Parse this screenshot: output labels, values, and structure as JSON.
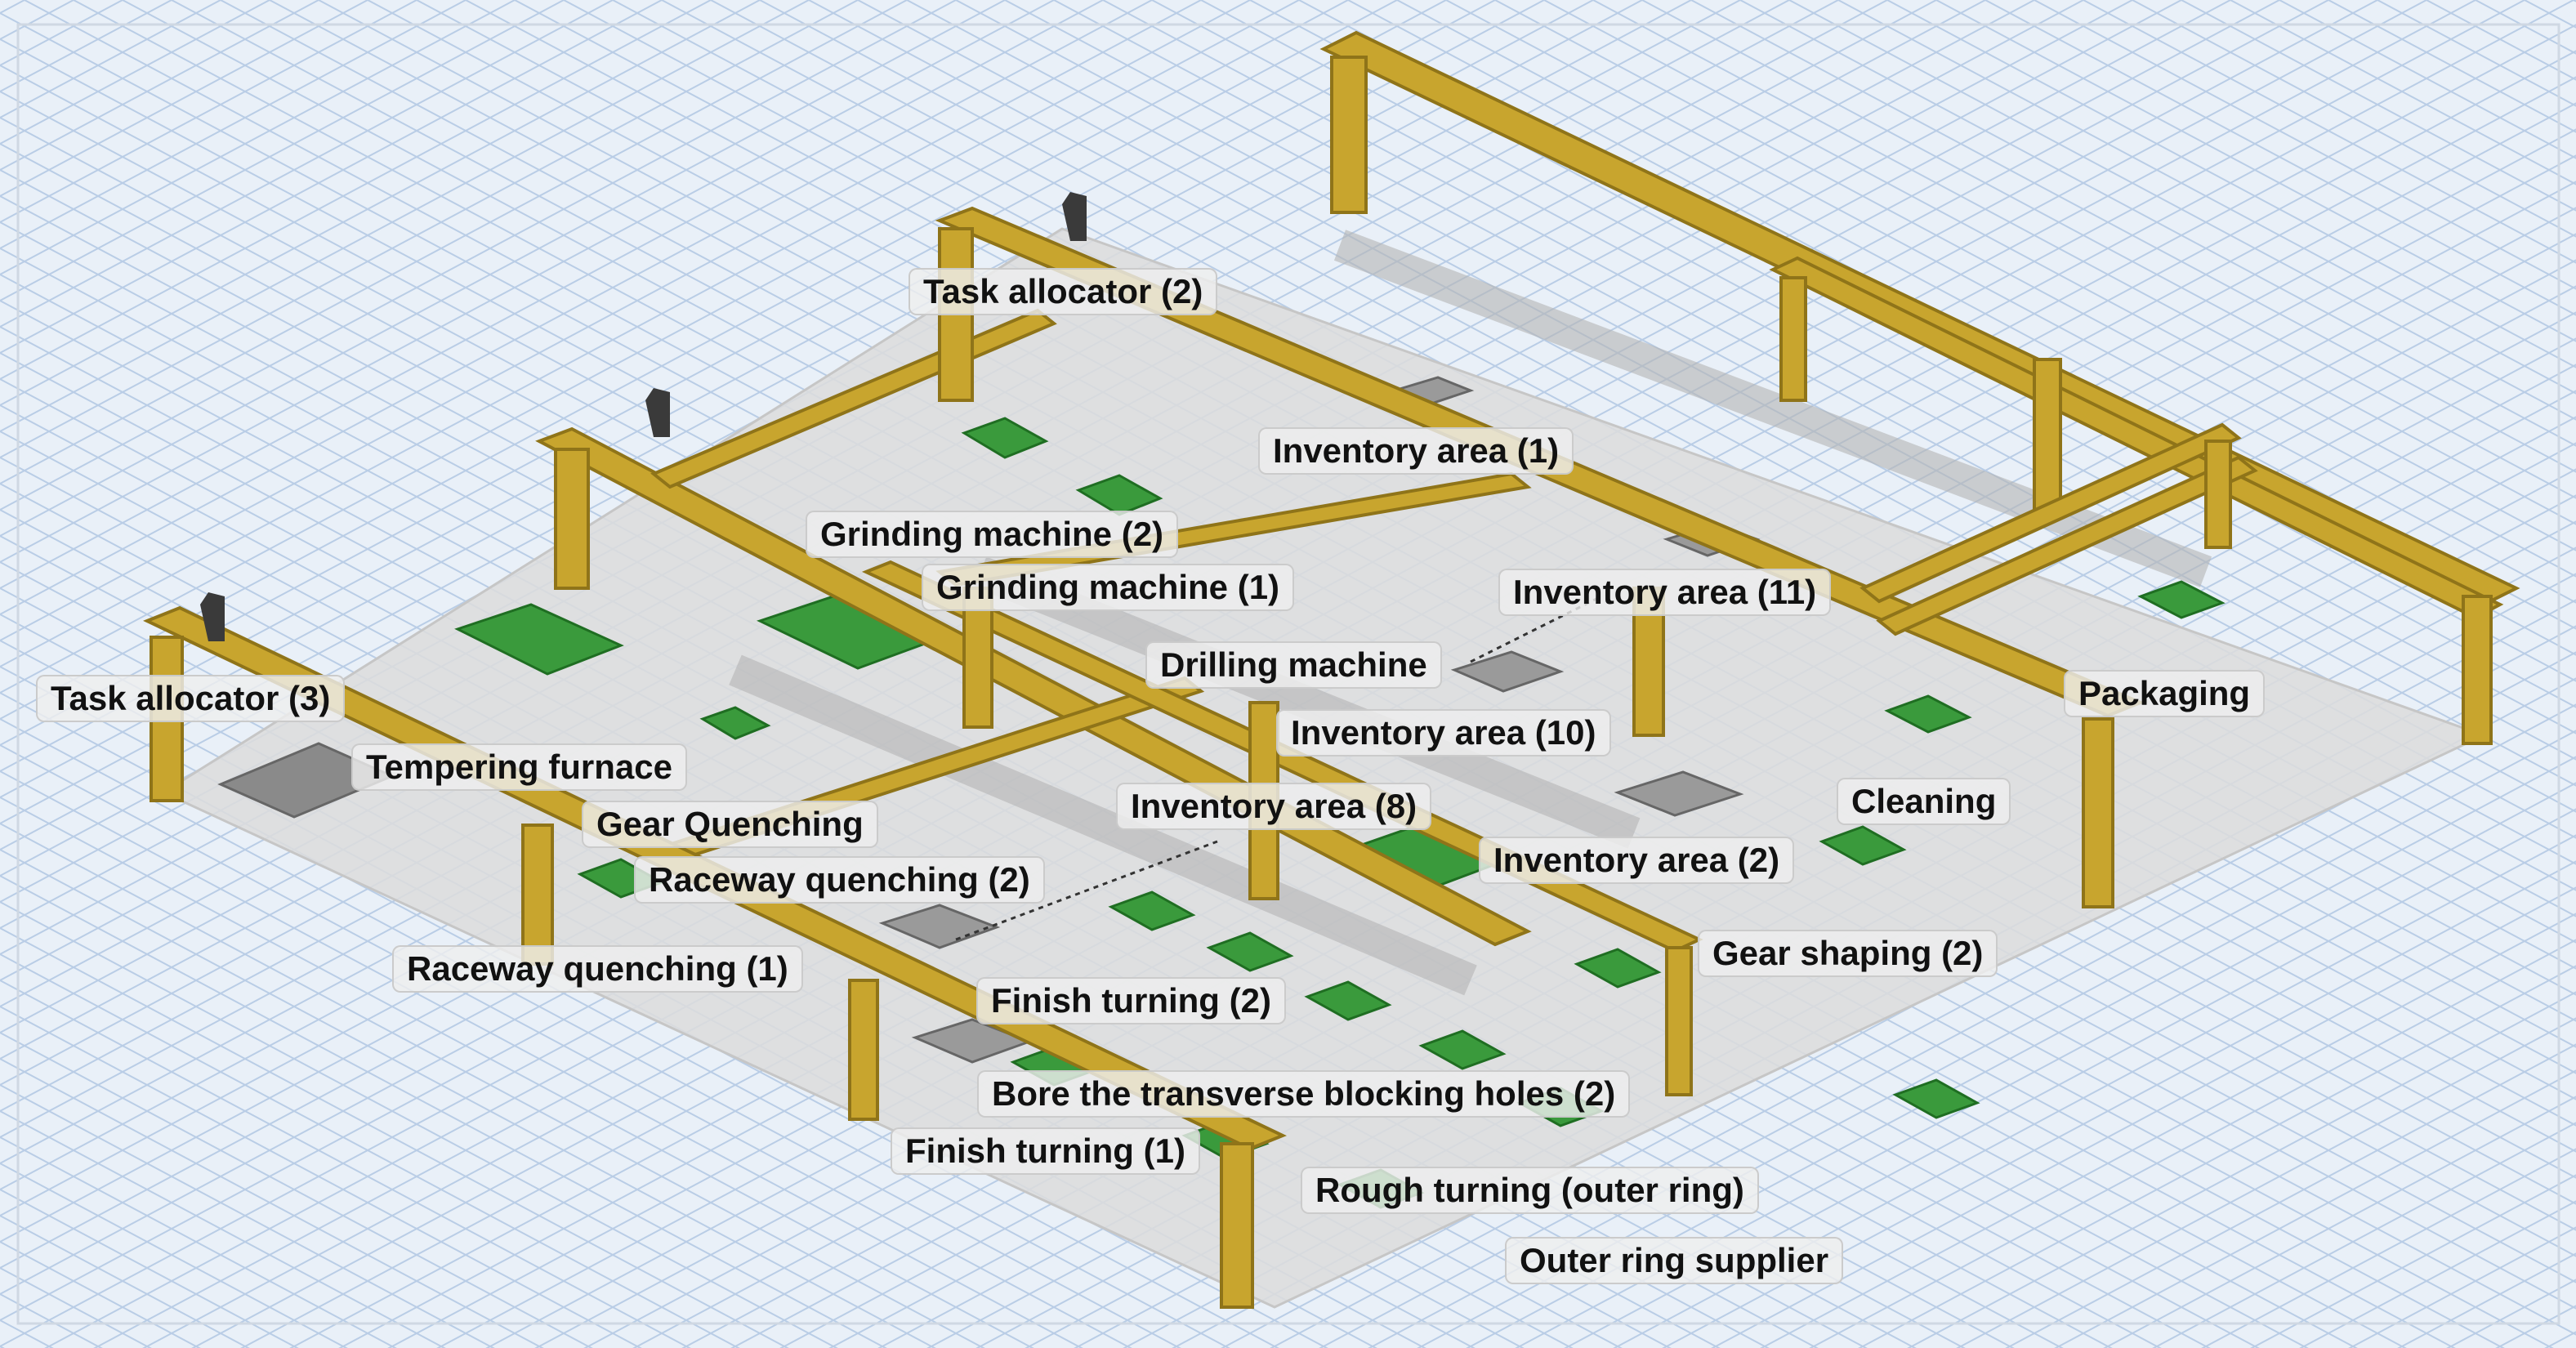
{
  "colors": {
    "beam": "#c8a52e",
    "beam_light": "#e0c04a",
    "beam_dark": "#8f7419",
    "floor": "#dcdcdc",
    "grid_line": "#b9cde6",
    "machine": "#3a9a3c",
    "machine_dark": "#1f6e22",
    "label_bg": "#eeeeee"
  },
  "labels": [
    {
      "id": "task-allocator-2",
      "text": "Task allocator (2)"
    },
    {
      "id": "inventory-area-1",
      "text": "Inventory area (1)"
    },
    {
      "id": "grinding-machine-2",
      "text": "Grinding machine (2)"
    },
    {
      "id": "grinding-machine-1",
      "text": "Grinding machine (1)"
    },
    {
      "id": "inventory-area-11",
      "text": "Inventory area (11)"
    },
    {
      "id": "drilling-machine",
      "text": "Drilling machine"
    },
    {
      "id": "task-allocator-3",
      "text": "Task allocator (3)"
    },
    {
      "id": "packaging",
      "text": "Packaging"
    },
    {
      "id": "inventory-area-10",
      "text": "Inventory area (10)"
    },
    {
      "id": "tempering-furnace",
      "text": "Tempering furnace"
    },
    {
      "id": "inventory-area-8",
      "text": "Inventory area (8)"
    },
    {
      "id": "cleaning",
      "text": "Cleaning"
    },
    {
      "id": "gear-quenching",
      "text": "Gear Quenching"
    },
    {
      "id": "inventory-area-2",
      "text": "Inventory area (2)"
    },
    {
      "id": "raceway-quenching-2",
      "text": "Raceway quenching (2)"
    },
    {
      "id": "gear-shaping-2",
      "text": "Gear shaping (2)"
    },
    {
      "id": "raceway-quenching-1",
      "text": "Raceway quenching (1)"
    },
    {
      "id": "finish-turning-2",
      "text": "Finish turning (2)"
    },
    {
      "id": "bore-transverse-blocking-holes-2",
      "text": "Bore the transverse blocking holes (2)"
    },
    {
      "id": "finish-turning-1",
      "text": "Finish turning (1)"
    },
    {
      "id": "rough-turning-outer-ring",
      "text": "Rough turning (outer ring)"
    },
    {
      "id": "outer-ring-supplier",
      "text": "Outer ring supplier"
    }
  ]
}
